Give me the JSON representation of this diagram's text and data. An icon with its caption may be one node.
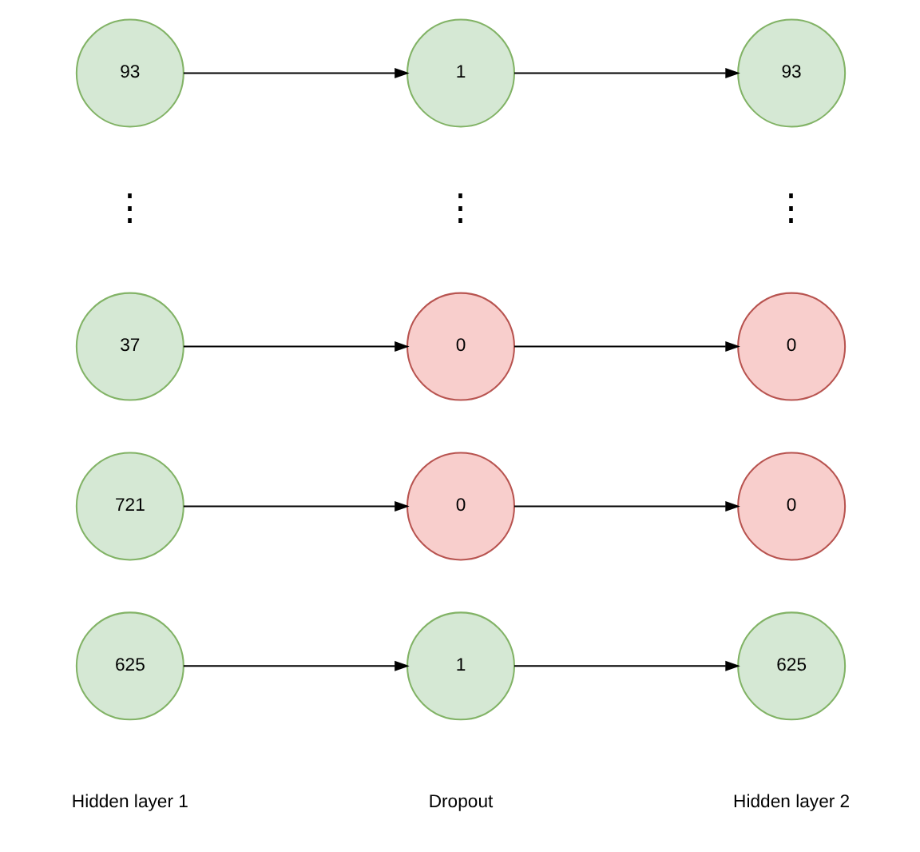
{
  "diagram": {
    "nodes": [
      {
        "text": [
          "625"
        ]
      },
      {
        "text": [
          "1"
        ]
      },
      {
        "text": [
          "625"
        ]
      },
      {
        "text": [
          "721"
        ]
      },
      {
        "text": [
          "0"
        ]
      },
      {
        "text": [
          "0"
        ]
      },
      {
        "text": [
          "37"
        ]
      },
      {
        "text": [
          "0"
        ]
      },
      {
        "text": [
          "0"
        ]
      },
      {
        "text": [
          "93"
        ]
      },
      {
        "text": [
          "1"
        ]
      },
      {
        "text": [
          "93"
        ]
      }
    ],
    "edges": [
      {
        "from": 0,
        "to": 1,
        "arrow": "to"
      },
      {
        "from": 1,
        "to": 2,
        "arrow": "to"
      },
      {
        "from": 3,
        "to": 4,
        "arrow": "to"
      },
      {
        "from": 4,
        "to": 5,
        "arrow": "to"
      },
      {
        "from": 6,
        "to": 7,
        "arrow": "to"
      },
      {
        "from": 7,
        "to": 8,
        "arrow": "to"
      },
      {
        "from": 9,
        "to": 10,
        "arrow": "to"
      },
      {
        "from": 10,
        "to": 11,
        "arrow": "to"
      }
    ],
    "labels": [
      "Hidden layer 1",
      "Dropout",
      "Hidden layer 2",
      "⋮",
      "⋮",
      "⋮"
    ]
  }
}
